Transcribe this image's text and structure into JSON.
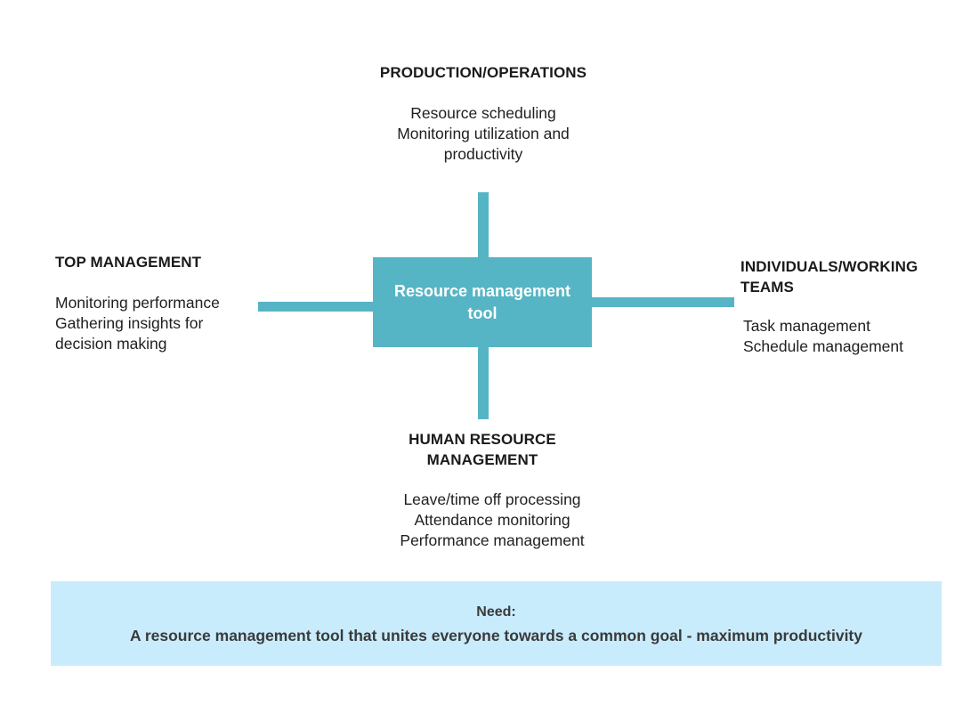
{
  "diagram": {
    "type": "hub-and-spoke",
    "center": {
      "label": "Resource management\ntool",
      "fill_color": "#56b5c5",
      "text_color": "#ffffff"
    },
    "branches": [
      {
        "id": "production-operations",
        "position": "top",
        "heading": "PRODUCTION/OPERATIONS",
        "items_text": "Resource scheduling\nMonitoring utilization and\nproductivity",
        "items": [
          "Resource scheduling",
          "Monitoring utilization and productivity"
        ]
      },
      {
        "id": "top-management",
        "position": "left",
        "heading": "TOP MANAGEMENT",
        "items_text": "Monitoring performance\nGathering insights for\ndecision making",
        "items": [
          "Monitoring performance",
          "Gathering insights for decision making"
        ]
      },
      {
        "id": "individuals-working-teams",
        "position": "right",
        "heading": "INDIVIDUALS/WORKING\nTEAMS",
        "items_text": "Task management\nSchedule management",
        "items": [
          "Task management",
          "Schedule management"
        ]
      },
      {
        "id": "human-resource-management",
        "position": "bottom",
        "heading": "HUMAN RESOURCE\nMANAGEMENT",
        "items_text": "Leave/time off processing\nAttendance monitoring\nPerformance management",
        "items": [
          "Leave/time off processing",
          "Attendance monitoring",
          "Performance management"
        ]
      }
    ],
    "connector_color": "#56b5c5"
  },
  "banner": {
    "label": "Need:",
    "statement": "A resource management tool that unites everyone towards a common goal - maximum productivity",
    "background_color": "#c9ecfd",
    "text_color": "#3a3a3a"
  },
  "colors": {
    "accent_teal": "#56b5c5",
    "banner_blue": "#c9ecfd",
    "heading_text": "#1a1a1a",
    "body_text": "#1f1f1f",
    "page_background": "#ffffff"
  }
}
